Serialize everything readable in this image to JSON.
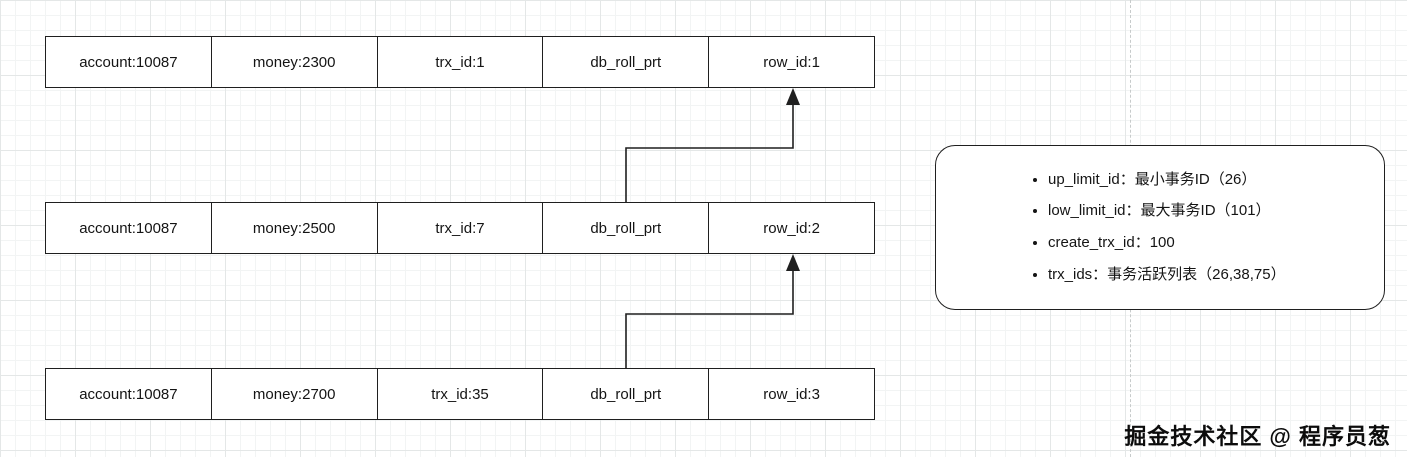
{
  "diagram": {
    "rows": [
      {
        "cells": [
          "account:10087",
          "money:2300",
          "trx_id:1",
          "db_roll_prt",
          "row_id:1"
        ]
      },
      {
        "cells": [
          "account:10087",
          "money:2500",
          "trx_id:7",
          "db_roll_prt",
          "row_id:2"
        ]
      },
      {
        "cells": [
          "account:10087",
          "money:2700",
          "trx_id:35",
          "db_roll_prt",
          "row_id:3"
        ]
      }
    ],
    "info_box": {
      "items": [
        "up_limit_id：最小事务ID（26）",
        "low_limit_id：最大事务ID（101）",
        "create_trx_id：100",
        "trx_ids：事务活跃列表（26,38,75）"
      ]
    },
    "watermark": "掘金技术社区 @ 程序员葱",
    "colors": {
      "stroke": "#1f1f1f",
      "grid_minor": "#f2f4f4",
      "grid_major": "#e4e7e7"
    }
  }
}
